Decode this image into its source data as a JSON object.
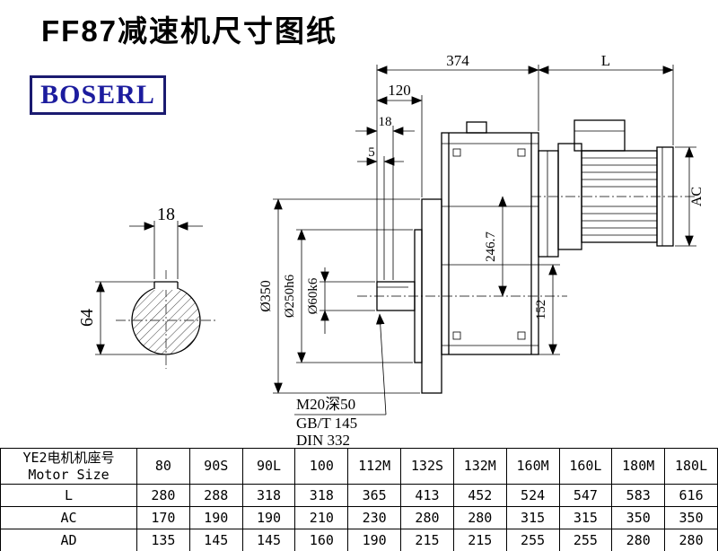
{
  "page": {
    "title": "FF87减速机尺寸图纸",
    "logo": "BOSERL"
  },
  "drawing": {
    "labels": {
      "dim_374": "374",
      "dim_L": "L",
      "dim_120": "120",
      "dim_18_top": "18",
      "dim_5": "5",
      "dim_AC": "AC",
      "dim_246_7": "246.7",
      "dim_152": "152",
      "dia_350": "Ø350",
      "dia_250": "Ø250h6",
      "dia_60": "Ø60k6",
      "key_width": "18",
      "key_height": "64",
      "thread_note": "M20深50",
      "std_note_1": "GB/T 145",
      "std_note_2": "DIN 332"
    }
  },
  "table": {
    "header_cn": "YE2电机机座号",
    "header_en": "Motor Size",
    "sizes": [
      "80",
      "90S",
      "90L",
      "100",
      "112M",
      "132S",
      "132M",
      "160M",
      "160L",
      "180M",
      "180L"
    ],
    "rows": [
      {
        "label": "L",
        "values": [
          "280",
          "288",
          "318",
          "318",
          "365",
          "413",
          "452",
          "524",
          "547",
          "583",
          "616"
        ]
      },
      {
        "label": "AC",
        "values": [
          "170",
          "190",
          "190",
          "210",
          "230",
          "280",
          "280",
          "315",
          "315",
          "350",
          "350"
        ]
      },
      {
        "label": "AD",
        "values": [
          "135",
          "145",
          "145",
          "160",
          "190",
          "215",
          "215",
          "255",
          "255",
          "280",
          "280"
        ]
      }
    ]
  }
}
